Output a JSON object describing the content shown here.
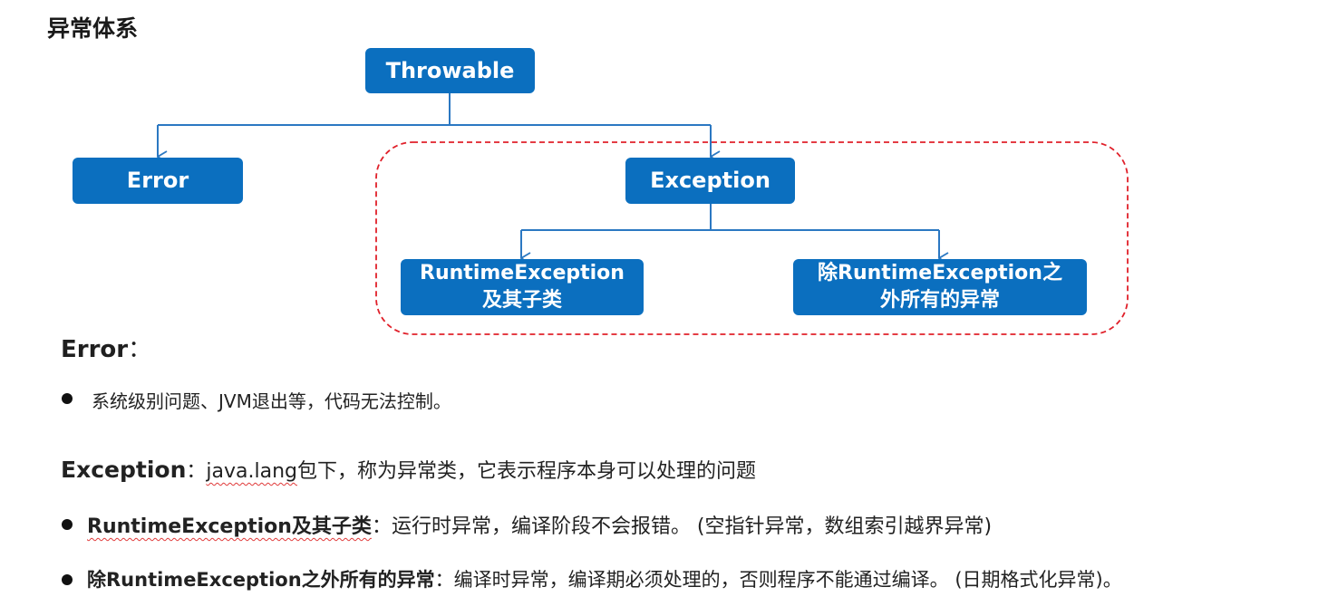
{
  "page_title": "异常体系",
  "diagram": {
    "nodes": {
      "throwable": "Throwable",
      "error": "Error",
      "exception": "Exception",
      "runtime_line1": "RuntimeException",
      "runtime_line2": "及其子类",
      "other_line1": "除RuntimeException之",
      "other_line2": "外所有的异常"
    },
    "node_color": "#0b6fbf",
    "highlight_border_color": "#e0202a"
  },
  "error_section": {
    "heading": "Error",
    "colon": "：",
    "bullet_text": "系统级别问题、JVM退出等，代码无法控制。"
  },
  "exception_section": {
    "heading": "Exception",
    "colon": "：",
    "description_link": "java.lang",
    "description_rest": "包下，称为异常类，它表示程序本身可以处理的问题",
    "bullets": [
      {
        "term": "RuntimeException及其子类",
        "text": "：运行时异常，编译阶段不会报错。 (空指针异常，数组索引越界异常)"
      },
      {
        "term": "除RuntimeException之外所有的异常",
        "text": "：编译时异常，编译期必须处理的，否则程序不能通过编译。 (日期格式化异常)。"
      }
    ]
  }
}
